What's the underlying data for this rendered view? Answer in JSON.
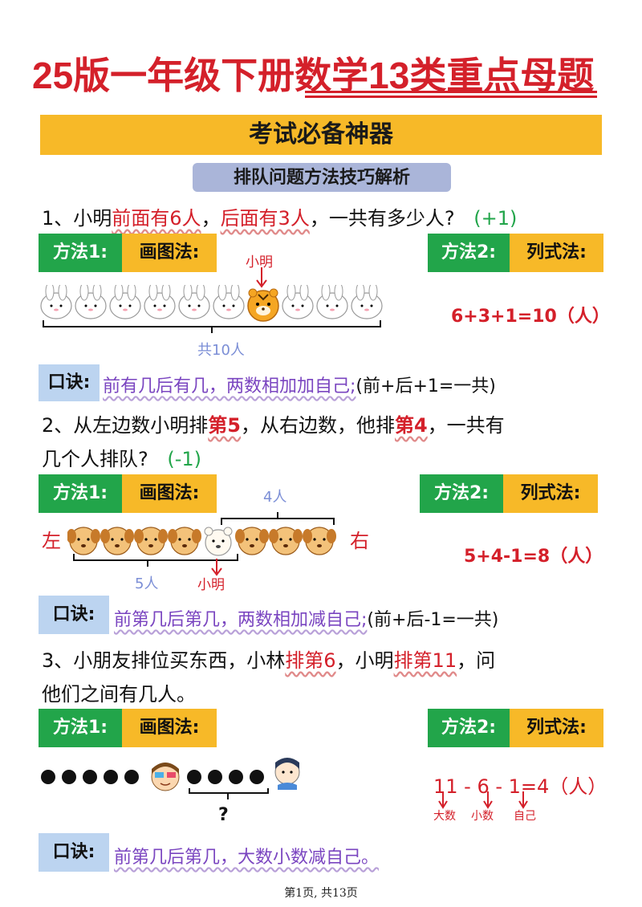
{
  "title": "25版一年级下册数学13类重点母题",
  "banner": "考试必备神器",
  "subbanner": "排队问题方法技巧解析",
  "method1_prefix": "方法1:",
  "method1_name": "画图法:",
  "method2_prefix": "方法2:",
  "method2_name": "列式法:",
  "rhyme_label": "口诀:",
  "q1": {
    "num": "1、小明",
    "red1": "前面有6人",
    "sep": "，",
    "red2": "后面有3人",
    "rest": "，一共有多少人?",
    "hint": "(+1)",
    "marker": "小明",
    "total": "共10人",
    "formula": "6+3+1=10（人）",
    "rhyme": "前有几后有几，两数相加加自己;",
    "rhyme_tail": "(前+后+1=一共)"
  },
  "q2": {
    "line1_a": "2、从左边数小明排",
    "red1": "第5",
    "line1_b": "，从右边数，他排",
    "red2": "第4",
    "line1_c": "，一共有",
    "line2": "几个人排队?",
    "hint": "(-1)",
    "left": "左",
    "right": "右",
    "top_label": "4人",
    "bottom_label": "5人",
    "marker": "小明",
    "formula": "5+4-1=8（人）",
    "rhyme": "前第几后第几，两数相加减自己;",
    "rhyme_tail": "(前+后-1=一共)"
  },
  "q3": {
    "line1_a": "3、小朋友排位买东西，小林",
    "red1": "排第6",
    "line1_b": "，小明",
    "red2": "排第11",
    "line1_c": "，问",
    "line2": "他们之间有几人。",
    "question_mark": "?",
    "formula": "11 - 6 - 1=4（人）",
    "label_big": "大数",
    "label_small": "小数",
    "label_self": "自己",
    "rhyme": "前第几后第几，大数小数减自己。"
  },
  "footer": "第1页, 共13页",
  "colors": {
    "red": "#d4202a",
    "green": "#22a54a",
    "yellow": "#f7b928",
    "purple": "#7a45c0",
    "lightblue": "#bcd4f0",
    "lavender": "#aab5d9"
  }
}
